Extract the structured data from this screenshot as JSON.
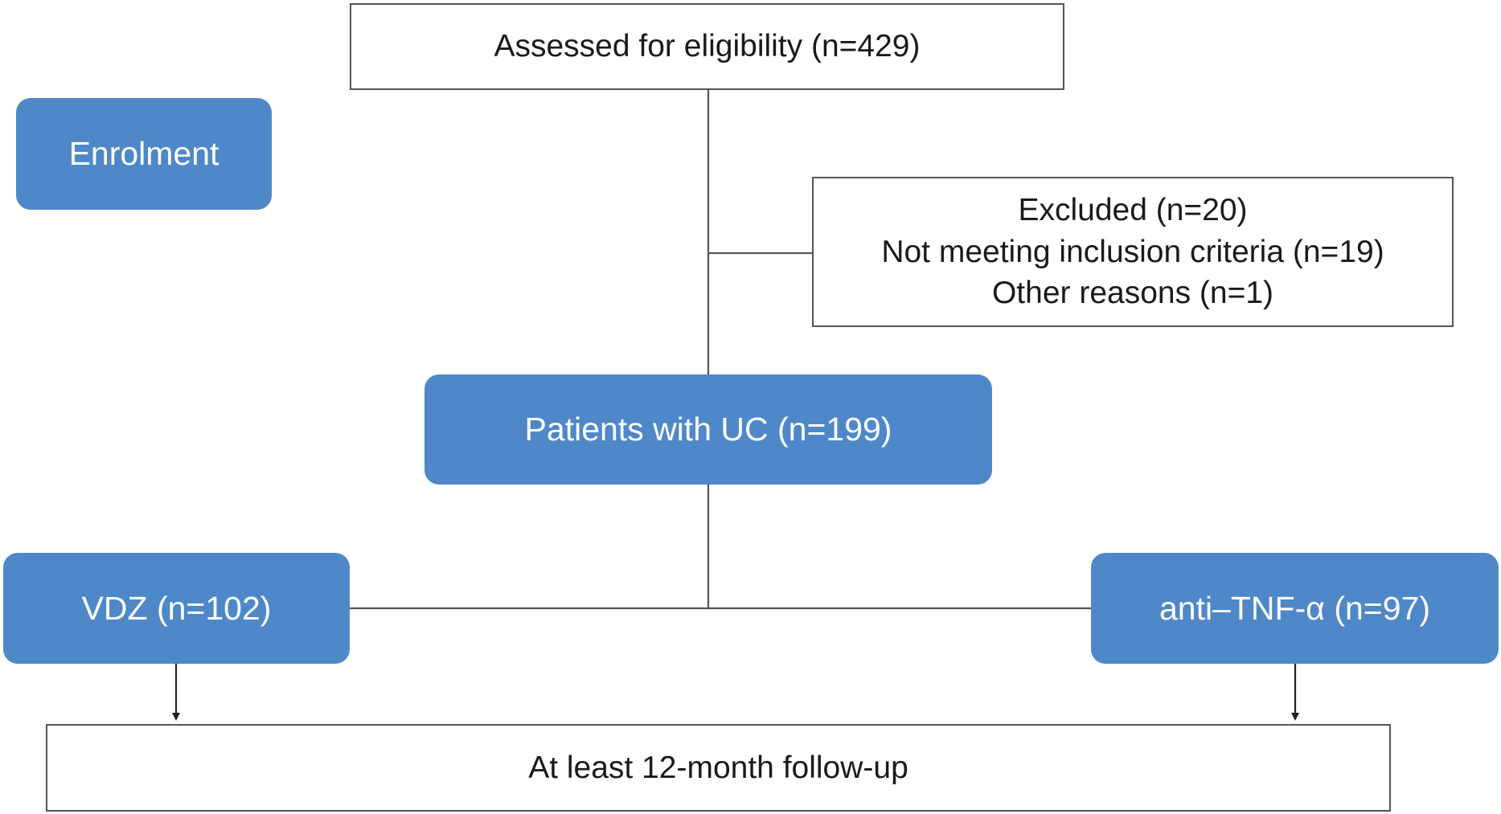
{
  "colors": {
    "blue_fill": "#4f88c8",
    "line": "#555555",
    "text_dark": "#1a1a1a",
    "text_light": "#ffffff"
  },
  "diagram": {
    "assessed": "Assessed for eligibility (n=429)",
    "enrolment": "Enrolment",
    "excluded": {
      "line1": "Excluded (n=20)",
      "line2": "Not meeting inclusion criteria (n=19)",
      "line3": "Other reasons (n=1)"
    },
    "patients": "Patients with UC (n=199)",
    "vdz": "VDZ (n=102)",
    "anti_tnf": "anti–TNF-α (n=97)",
    "follow_up": "At least 12-month follow-up"
  }
}
